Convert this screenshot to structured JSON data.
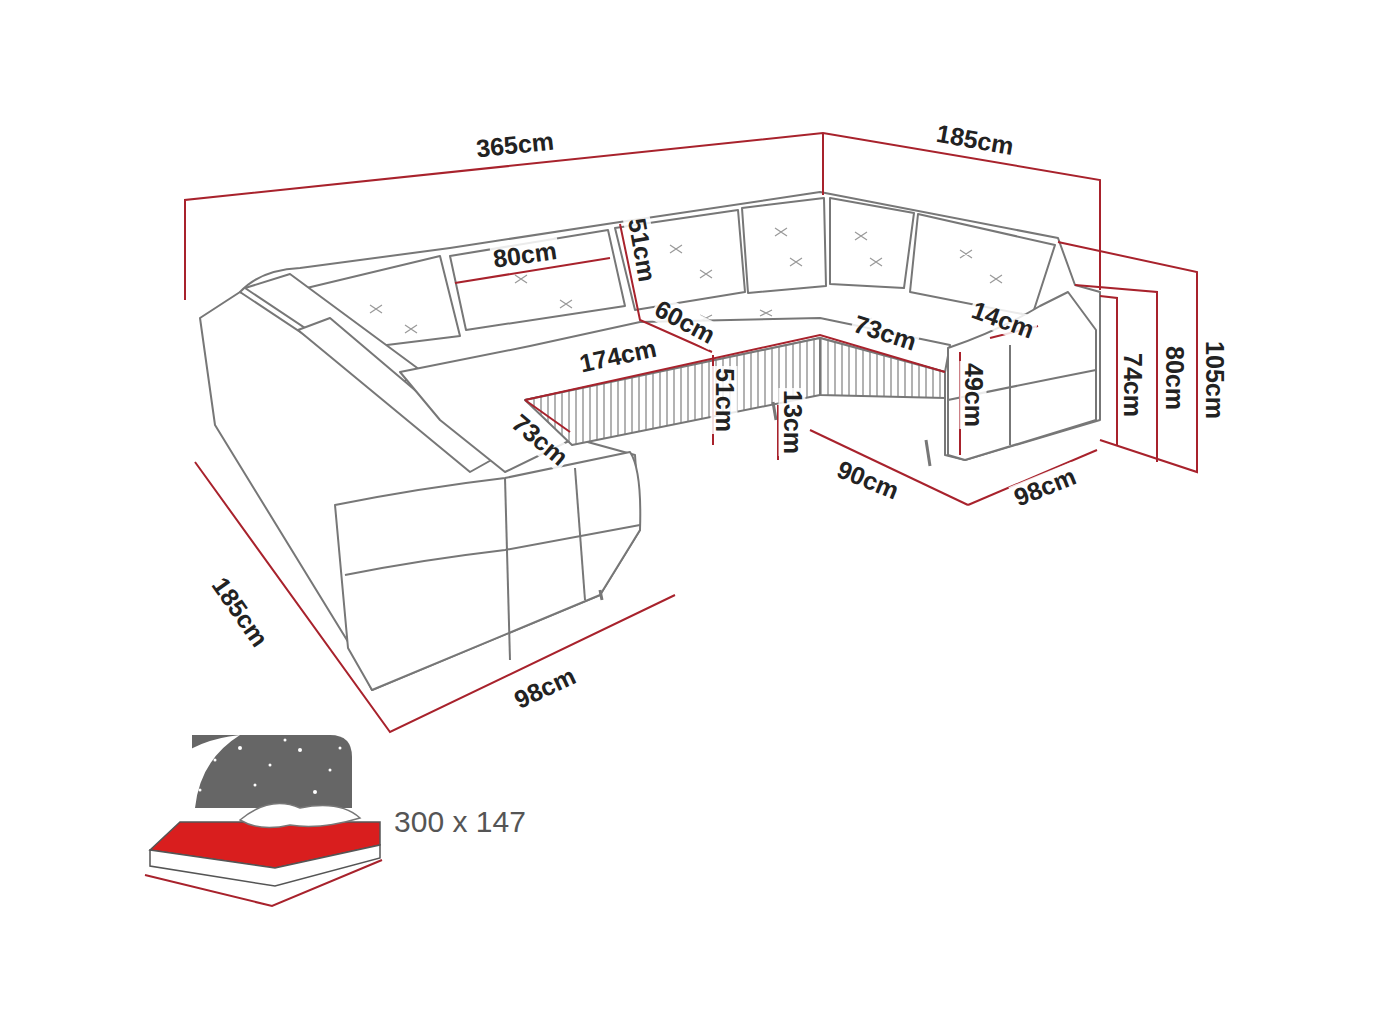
{
  "diagram": {
    "labels": [
      "365cm",
      "185cm",
      "80cm",
      "51cm",
      "60cm",
      "174cm",
      "73cm",
      "14cm",
      "73cm",
      "51cm",
      "13cm",
      "49cm",
      "74cm",
      "80cm",
      "105cm",
      "90cm",
      "98cm",
      "185cm",
      "98cm",
      "300 x 147"
    ]
  }
}
